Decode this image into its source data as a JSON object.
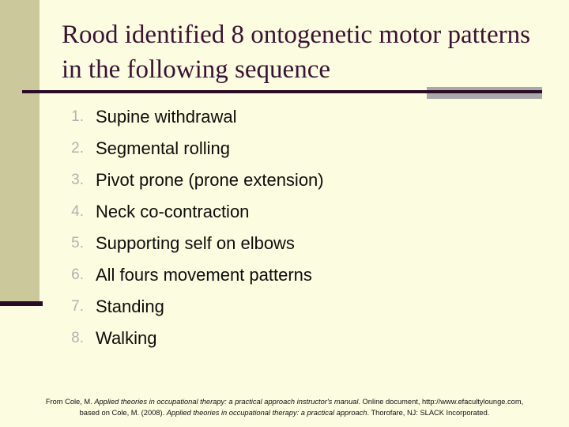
{
  "title": "Rood identified 8 ontogenetic motor patterns in the following sequence",
  "list": {
    "items": [
      {
        "number": "1.",
        "text": "Supine withdrawal"
      },
      {
        "number": "2.",
        "text": "Segmental rolling"
      },
      {
        "number": "3.",
        "text": "Pivot prone (prone extension)"
      },
      {
        "number": "4.",
        "text": "Neck co-contraction"
      },
      {
        "number": "5.",
        "text": "Supporting self on elbows"
      },
      {
        "number": "6.",
        "text": "All fours movement patterns"
      },
      {
        "number": "7.",
        "text": "Standing"
      },
      {
        "number": "8.",
        "text": "Walking"
      }
    ]
  },
  "footer": {
    "line1": {
      "prefix": "From Cole, M. ",
      "italic": "Applied theories in occupational therapy: a practical approach instructor's manual",
      "suffix": ". Online document, http://www.efacultylounge.com,"
    },
    "line2": {
      "prefix": "based on Cole, M. (2008). ",
      "italic": "Applied theories in occupational therapy: a practical approach",
      "suffix": ". Thorofare, NJ: SLACK Incorporated."
    }
  },
  "colors": {
    "background": "#FCFCE0",
    "sidebar_bar": "#CBC99B",
    "accent_dark_plum": "#2B0A26",
    "title_text": "#3B1233",
    "gray_bar": "#A9A9A9",
    "list_number_gray": "#B2B2B2",
    "body_text": "#0D0D0D"
  }
}
